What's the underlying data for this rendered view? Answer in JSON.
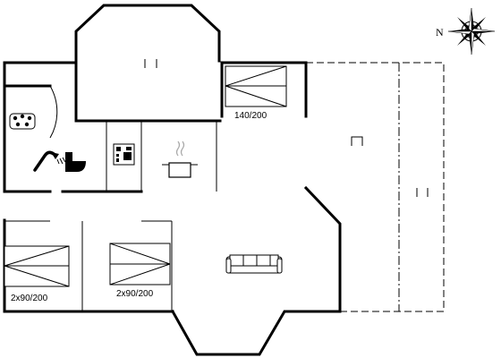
{
  "beds": {
    "double_label": "140/200",
    "single_left_label": "2x90/200",
    "single_mid_label": "2x90/200"
  },
  "compass": {
    "north_label": "N"
  },
  "icons": [
    "hot-tub-icon",
    "shower-icon",
    "toilet-icon",
    "washing-machine-icon",
    "cooking-pot-icon",
    "sofa-icon",
    "compass-rose-icon"
  ]
}
